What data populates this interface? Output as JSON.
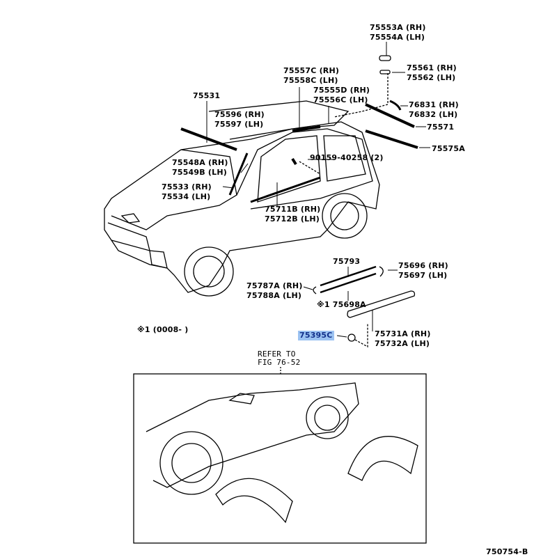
{
  "diagram_id": "750754-B",
  "refer_note": {
    "line1": "REFER TO",
    "line2": "FIG 76-52"
  },
  "footnote": "※1 (0008-      )",
  "highlighted_part": "75395C",
  "callouts": [
    {
      "id": "c1",
      "lines": [
        "75553A (RH)",
        "75554A (LH)"
      ]
    },
    {
      "id": "c2",
      "lines": [
        "75561 (RH)",
        "75562 (LH)"
      ]
    },
    {
      "id": "c3",
      "lines": [
        "75557C (RH)",
        "75558C (LH)"
      ]
    },
    {
      "id": "c4",
      "lines": [
        "75555D (RH)",
        "75556C (LH)"
      ]
    },
    {
      "id": "c5",
      "lines": [
        "76831 (RH)",
        "76832 (LH)"
      ]
    },
    {
      "id": "c6",
      "lines": [
        "75571"
      ]
    },
    {
      "id": "c7",
      "lines": [
        "75575A"
      ]
    },
    {
      "id": "c8",
      "lines": [
        "75531"
      ]
    },
    {
      "id": "c9",
      "lines": [
        "75596 (RH)",
        "75597 (LH)"
      ]
    },
    {
      "id": "c10",
      "lines": [
        "75548A (RH)",
        "75549B (LH)"
      ]
    },
    {
      "id": "c11",
      "lines": [
        "90159-40258 (2)"
      ]
    },
    {
      "id": "c12",
      "lines": [
        "75533 (RH)",
        "75534 (LH)"
      ]
    },
    {
      "id": "c13",
      "lines": [
        "75711B (RH)",
        "75712B (LH)"
      ]
    },
    {
      "id": "c14",
      "lines": [
        "75793"
      ]
    },
    {
      "id": "c15",
      "lines": [
        "75696 (RH)",
        "75697 (LH)"
      ]
    },
    {
      "id": "c16",
      "lines": [
        "75787A (RH)",
        "75788A (LH)"
      ]
    },
    {
      "id": "c17",
      "lines": [
        "※1 75698A"
      ]
    },
    {
      "id": "c18",
      "lines": [
        "75731A (RH)",
        "75732A (LH)"
      ]
    }
  ]
}
